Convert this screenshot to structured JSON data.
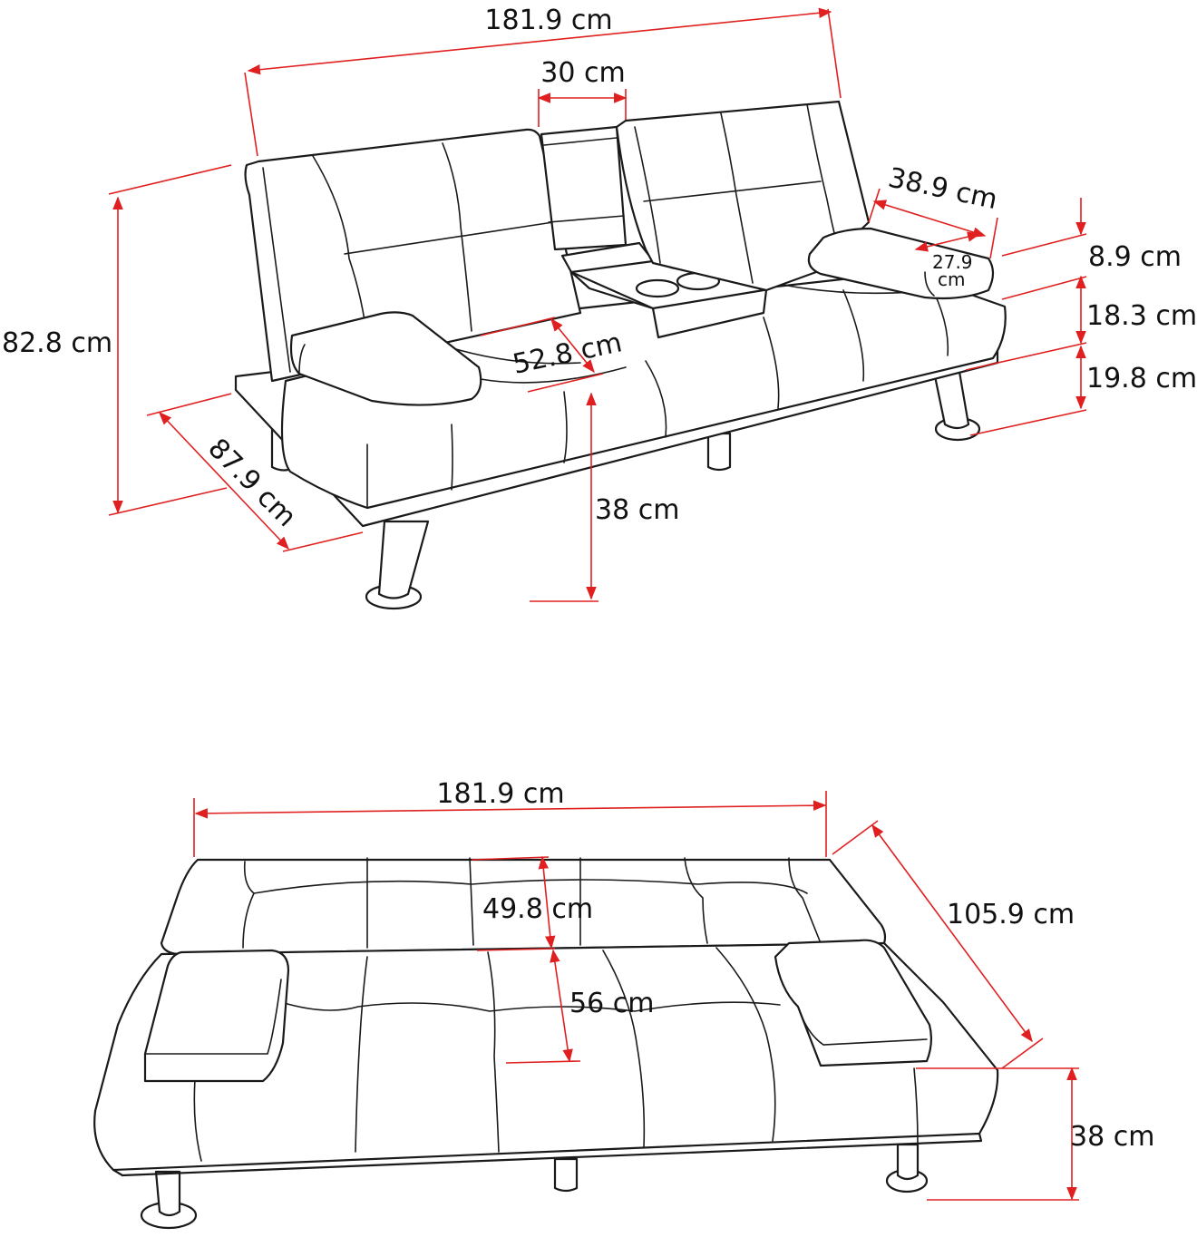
{
  "colors": {
    "dimension_line": "#e02020",
    "outline": "#1a1a1a",
    "background": "#ffffff"
  },
  "upright_view": {
    "overall_width": "181.9 cm",
    "console_width": "30 cm",
    "overall_height": "82.8 cm",
    "armrest_length": "38.9 cm",
    "cupholder_width_top": "27.9",
    "cupholder_width_bottom": "cm",
    "armrest_thickness": "8.9 cm",
    "armrest_height": "18.3 cm",
    "leg_height": "19.8 cm",
    "seat_depth": "52.8 cm",
    "overall_depth": "87.9 cm",
    "seat_height": "38 cm"
  },
  "bed_view": {
    "overall_width": "181.9 cm",
    "back_depth": "49.8 cm",
    "seat_depth": "56 cm",
    "overall_length": "105.9 cm",
    "height": "38 cm"
  }
}
